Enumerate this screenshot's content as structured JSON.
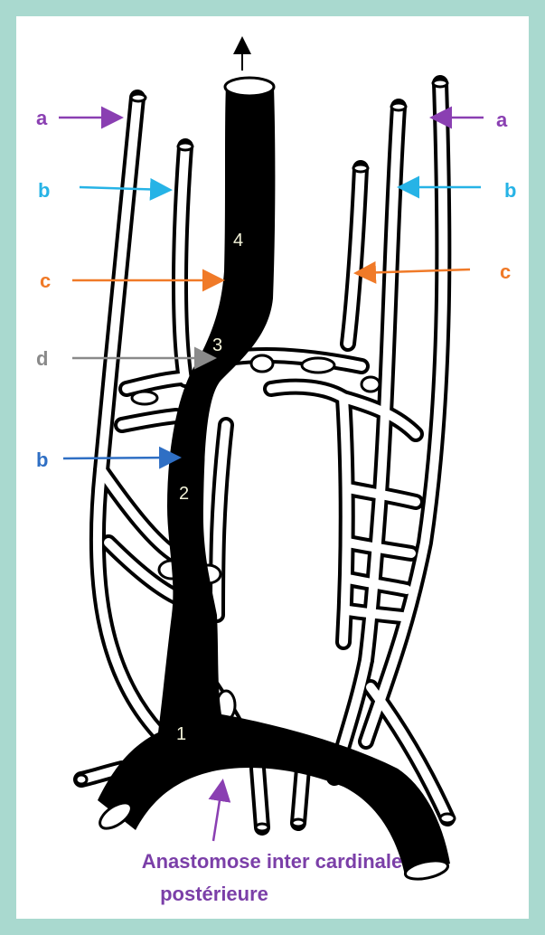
{
  "labels": {
    "a_left": "a",
    "a_right": "a",
    "b_left_top": "b",
    "b_right": "b",
    "c_left": "c",
    "c_right": "c",
    "d": "d",
    "b_left_bottom": "b"
  },
  "numbers": {
    "n1": "1",
    "n2": "2",
    "n3": "3",
    "n4": "4"
  },
  "caption": {
    "line1": "Anastomose inter cardinale",
    "line2": "postérieure"
  },
  "colors": {
    "frame": "#a9d9cf",
    "purple": "#8a3fb2",
    "light_blue": "#26b3e6",
    "orange": "#f07a28",
    "gray": "#8a8a8a",
    "blue": "#2f6fc4",
    "vessel_black": "#000000"
  }
}
